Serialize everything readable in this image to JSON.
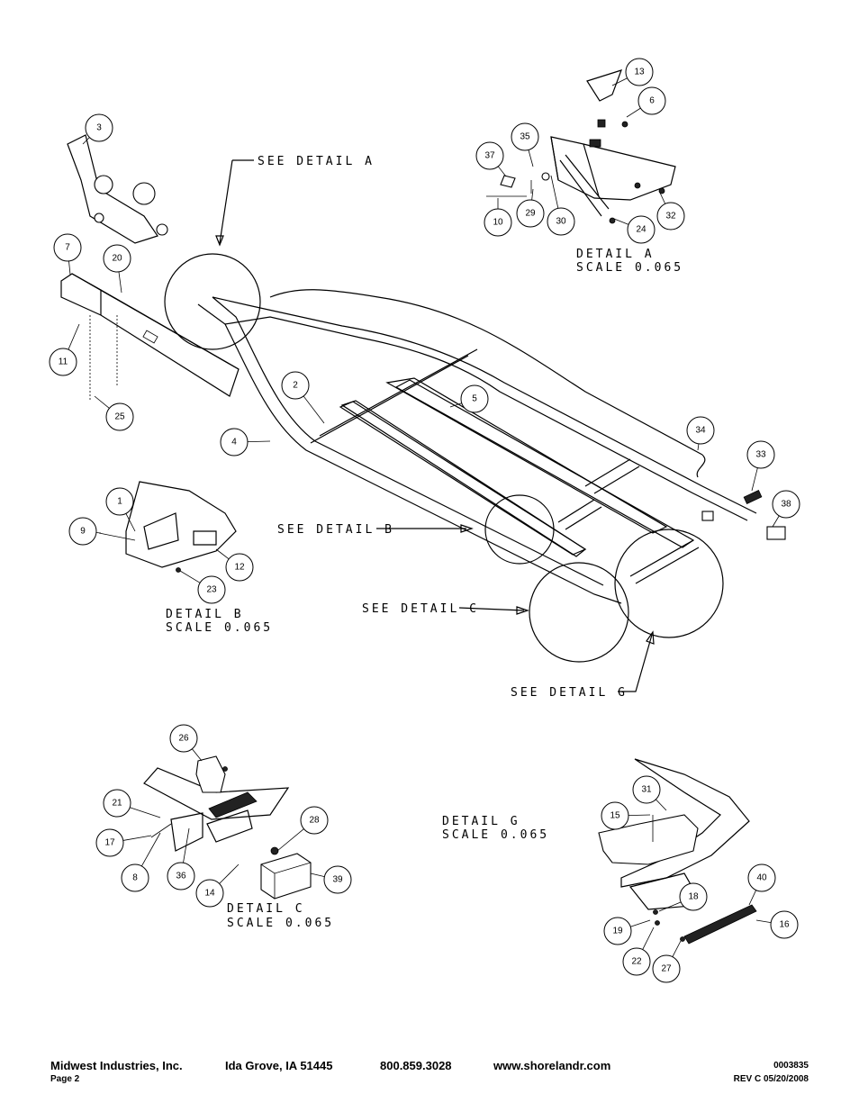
{
  "diagram": {
    "callouts": {
      "see_detail_a": "SEE DETAIL A",
      "see_detail_b": "SEE DETAIL B",
      "see_detail_c": "SEE DETAIL C",
      "see_detail_g": "SEE DETAIL G"
    },
    "details": {
      "a": {
        "title": "DETAIL A",
        "scale": "SCALE 0.065"
      },
      "b": {
        "title": "DETAIL B",
        "scale": "SCALE 0.065"
      },
      "c": {
        "title": "DETAIL C",
        "scale": "SCALE 0.065"
      },
      "g": {
        "title": "DETAIL G",
        "scale": "SCALE 0.065"
      }
    },
    "balloons": [
      "13",
      "6",
      "35",
      "37",
      "10",
      "29",
      "30",
      "24",
      "32",
      "3",
      "7",
      "20",
      "11",
      "25",
      "2",
      "5",
      "4",
      "34",
      "33",
      "38",
      "1",
      "9",
      "12",
      "23",
      "26",
      "21",
      "17",
      "8",
      "36",
      "14",
      "28",
      "39",
      "31",
      "15",
      "40",
      "18",
      "19",
      "16",
      "22",
      "27"
    ]
  },
  "footer": {
    "company": "Midwest Industries, Inc.",
    "city": "Ida Grove, IA  51445",
    "phone": "800.859.3028",
    "website": "www.shorelandr.com",
    "page": "Page 2",
    "doc_number": "0003835",
    "revision": "REV C  05/20/2008"
  }
}
